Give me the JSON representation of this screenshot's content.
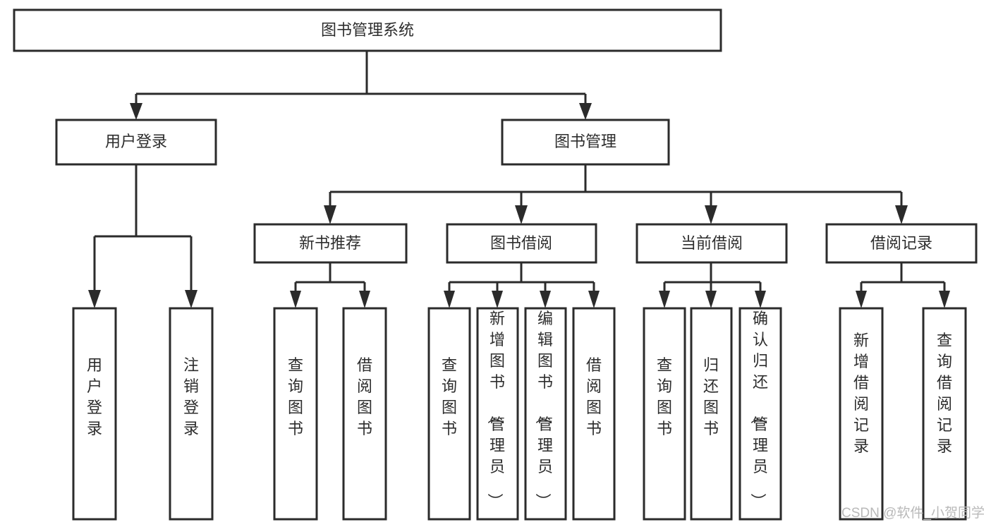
{
  "diagram": {
    "title": "图书管理系统",
    "type": "tree-hierarchy",
    "root": {
      "id": "root",
      "label": "图书管理系统"
    },
    "level2": [
      {
        "id": "user-login",
        "label": "用户登录"
      },
      {
        "id": "book-management",
        "label": "图书管理"
      }
    ],
    "level3": [
      {
        "id": "new-book-recommend",
        "label": "新书推荐",
        "parent": "book-management"
      },
      {
        "id": "book-borrow",
        "label": "图书借阅",
        "parent": "book-management"
      },
      {
        "id": "current-borrow",
        "label": "当前借阅",
        "parent": "book-management"
      },
      {
        "id": "borrow-record",
        "label": "借阅记录",
        "parent": "book-management"
      }
    ],
    "leaves": [
      {
        "id": "leaf-user-login",
        "label": "用户登录",
        "parent": "user-login"
      },
      {
        "id": "leaf-logout-login",
        "label": "注销登录",
        "parent": "user-login"
      },
      {
        "id": "leaf-query-book-1",
        "label": "查询图书",
        "parent": "new-book-recommend"
      },
      {
        "id": "leaf-borrow-book-1",
        "label": "借阅图书",
        "parent": "new-book-recommend"
      },
      {
        "id": "leaf-query-book-2",
        "label": "查询图书",
        "parent": "book-borrow"
      },
      {
        "id": "leaf-add-book",
        "label": "新增图书（管理员）",
        "parent": "book-borrow"
      },
      {
        "id": "leaf-edit-book",
        "label": "编辑图书（管理员）",
        "parent": "book-borrow"
      },
      {
        "id": "leaf-borrow-book-2",
        "label": "借阅图书",
        "parent": "book-borrow"
      },
      {
        "id": "leaf-query-book-3",
        "label": "查询图书",
        "parent": "current-borrow"
      },
      {
        "id": "leaf-return-book",
        "label": "归还图书",
        "parent": "current-borrow"
      },
      {
        "id": "leaf-confirm-return",
        "label": "确认归还（管理员）",
        "parent": "current-borrow"
      },
      {
        "id": "leaf-add-borrow-record",
        "label": "新增借阅记录",
        "parent": "borrow-record"
      },
      {
        "id": "leaf-query-borrow-record",
        "label": "查询借阅记录",
        "parent": "borrow-record"
      }
    ]
  },
  "watermark": {
    "text": "CSDN @软件_小贺同学"
  },
  "colors": {
    "stroke": "#2b2b2b",
    "fill": "#ffffff",
    "text": "#2d2d2d",
    "watermark": "#b9b9b9",
    "background": "#ffffff"
  }
}
